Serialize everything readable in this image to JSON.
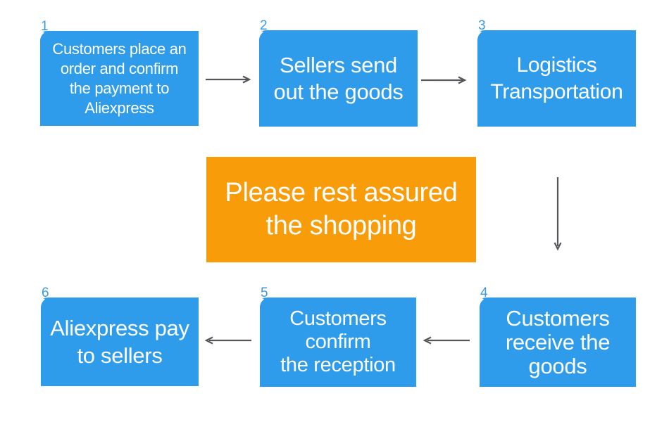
{
  "colors": {
    "box_blue": "#2e9ceb",
    "banner_orange": "#f89c0a",
    "arrow_gray": "#55555a",
    "number_blue": "#3d9adf",
    "text_white": "#ffffff",
    "background": "#ffffff"
  },
  "steps": [
    {
      "number": "1",
      "label": "Customers place an\norder and confirm\nthe payment to\nAliexpress"
    },
    {
      "number": "2",
      "label": "Sellers send\nout the goods"
    },
    {
      "number": "3",
      "label": "Logistics\nTransportation"
    },
    {
      "number": "4",
      "label": "Customers\nreceive the\ngoods"
    },
    {
      "number": "5",
      "label": "Customers\nconfirm\nthe reception"
    },
    {
      "number": "6",
      "label": "Aliexpress pay\nto sellers"
    }
  ],
  "banner": {
    "label": "Please rest assured\nthe shopping"
  }
}
